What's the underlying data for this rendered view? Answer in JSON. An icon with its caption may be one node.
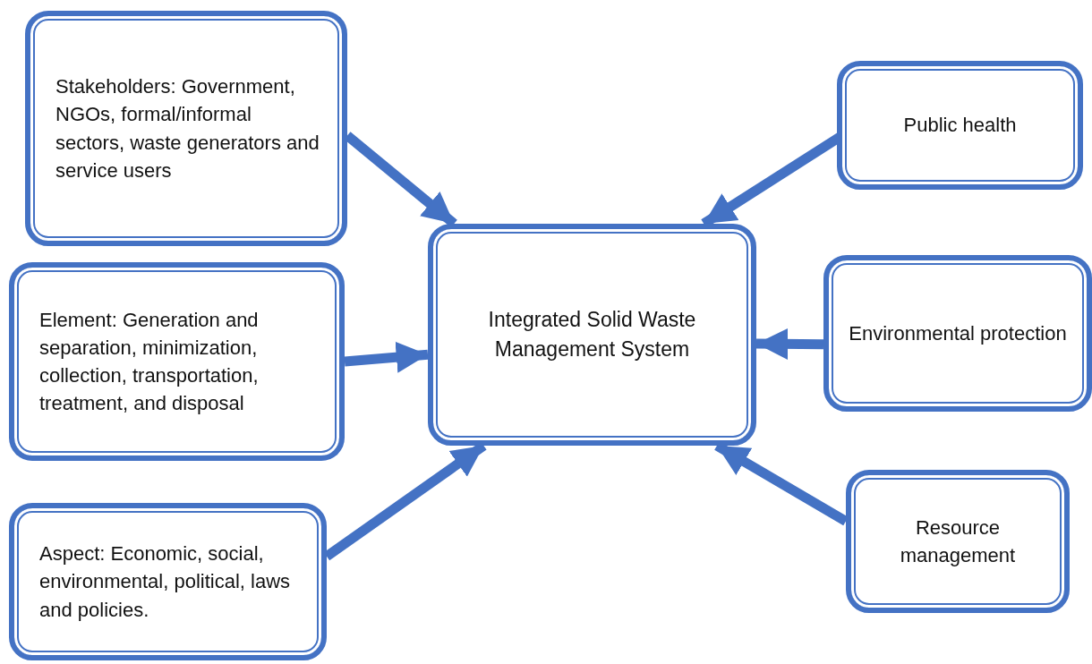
{
  "diagram": {
    "nodes": [
      {
        "text": [
          "Stakeholders: Government, NGOs, formal/informal sectors, waste generators and service users"
        ]
      },
      {
        "text": [
          "Element: Generation and separation, minimization, collection, transportation, treatment, and disposal"
        ]
      },
      {
        "text": [
          "Aspect: Economic, social, environmental, political, laws and policies."
        ]
      },
      {
        "text": [
          "Integrated Solid Waste Management System"
        ]
      },
      {
        "text": [
          "Public health"
        ]
      },
      {
        "text": [
          "Environmental protection"
        ]
      },
      {
        "text": [
          "Resource management"
        ]
      }
    ],
    "edges": [
      {
        "from": 0,
        "to": 3,
        "arrow": "to"
      },
      {
        "from": 1,
        "to": 3,
        "arrow": "to"
      },
      {
        "from": 2,
        "to": 3,
        "arrow": "to"
      },
      {
        "from": 4,
        "to": 3,
        "arrow": "to"
      },
      {
        "from": 5,
        "to": 3,
        "arrow": "to"
      },
      {
        "from": 6,
        "to": 3,
        "arrow": "to"
      }
    ]
  }
}
